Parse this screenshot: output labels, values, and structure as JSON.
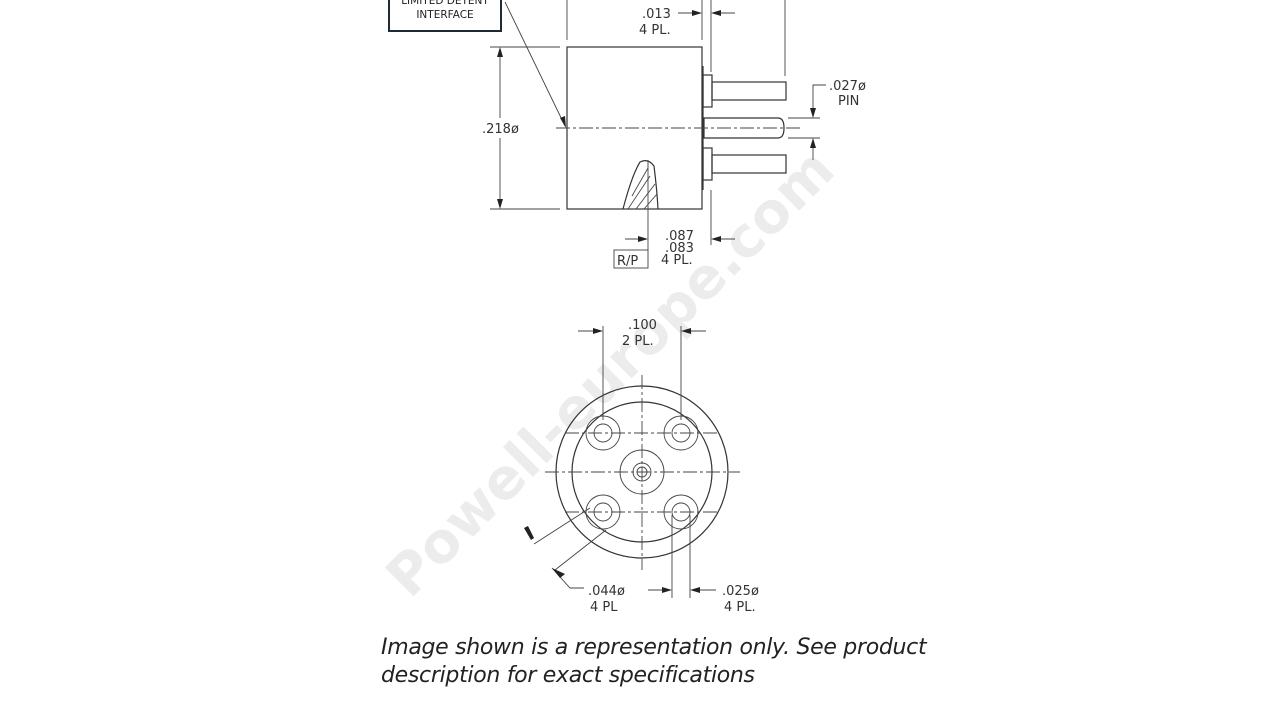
{
  "drawing": {
    "callout": [
      "LIMITED DETENT",
      "INTERFACE"
    ],
    "side_view": {
      "dim_013": ".013",
      "dim_013_pl": "4 PL.",
      "dim_218": ".218ø",
      "dim_027": ".027ø",
      "dim_027_label": "PIN",
      "dim_087": ".087",
      "dim_083": ".083",
      "dim_087_pl": "4 PL.",
      "rp_box": "R/P"
    },
    "end_view": {
      "dim_100": ".100",
      "dim_100_pl": "2 PL.",
      "dim_044": ".044ø",
      "dim_044_pl": "4 PL",
      "dim_025": ".025ø",
      "dim_025_pl": "4 PL."
    },
    "watermark": "Powell-europe.com"
  },
  "caption": "Image shown is a representation only. See product description for exact specifications"
}
